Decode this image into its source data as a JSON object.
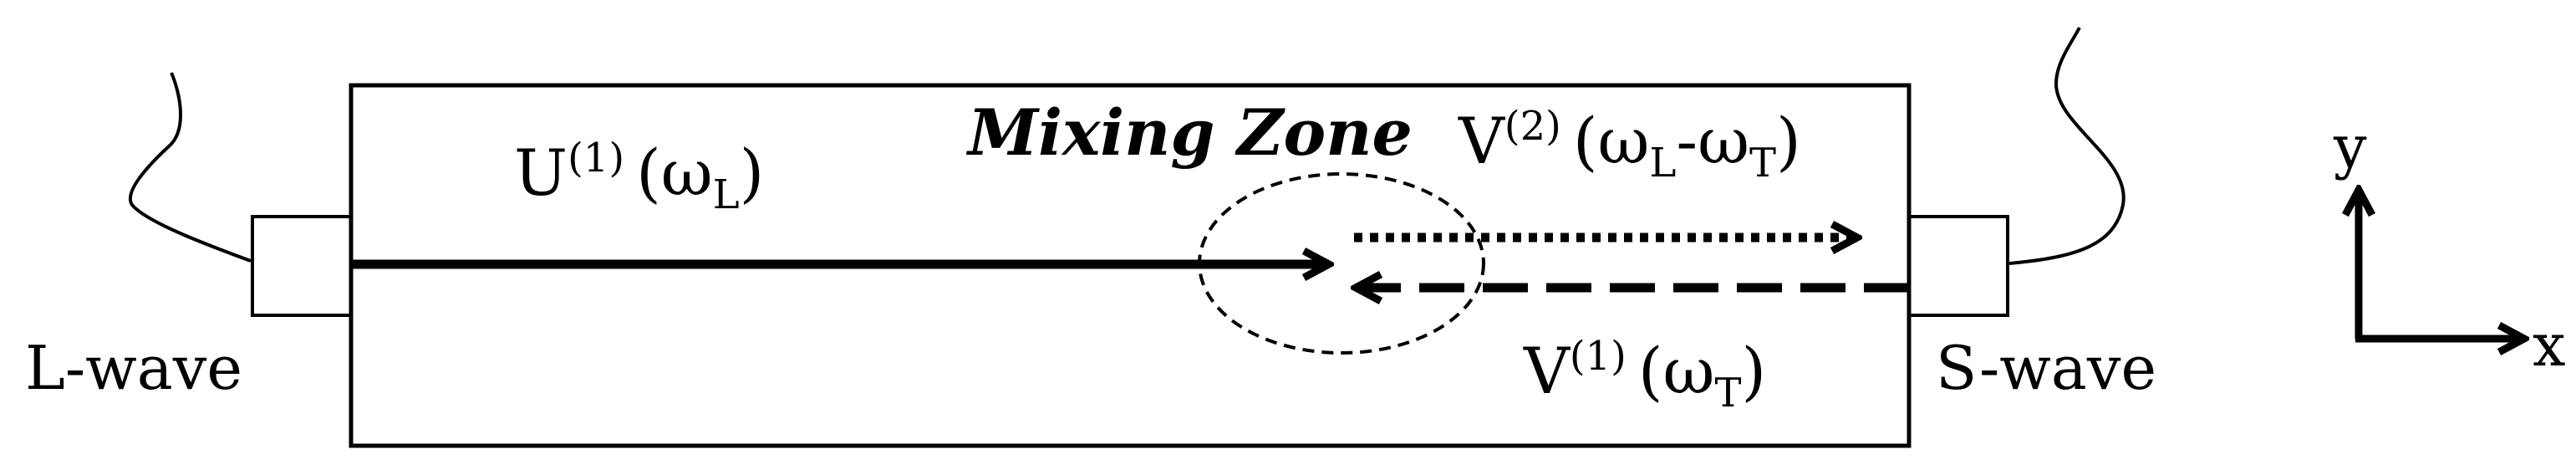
{
  "labels": {
    "left_transducer": "L-wave",
    "right_transducer": "S-wave",
    "mixing_zone": "Mixing Zone"
  },
  "waves": {
    "incident_long": {
      "symbol": "U",
      "order": "(1)",
      "freq_prefix": "(ω",
      "freq_sub": "L",
      "freq_suffix": ")"
    },
    "incident_shear": {
      "symbol": "V",
      "order": "(1)",
      "freq_prefix": "(ω",
      "freq_sub": "T",
      "freq_suffix": ")"
    },
    "scattered": {
      "symbol": "V",
      "order": "(2)",
      "freq_prefix": "(ω",
      "freq_sub1": "L",
      "freq_mid": "-ω",
      "freq_sub2": "T",
      "freq_suffix": ")"
    }
  },
  "axes": {
    "x_label": "x",
    "y_label": "y"
  },
  "colors": {
    "stroke": "#000000",
    "background": "#ffffff"
  }
}
